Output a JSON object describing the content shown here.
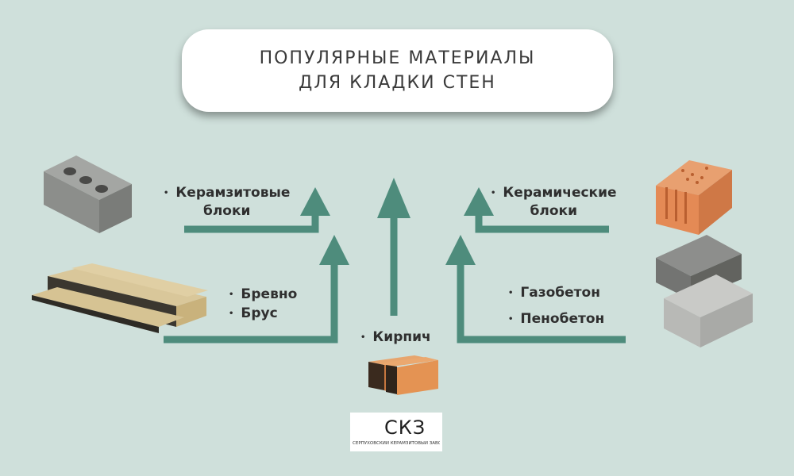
{
  "title": {
    "line1": "ПОПУЛЯРНЫЕ МАТЕРИАЛЫ",
    "line2": "ДЛЯ КЛАДКИ СТЕН"
  },
  "materials": {
    "claydite_blocks": {
      "line1": "Керамзитовые",
      "line2": "блоки"
    },
    "ceramic_blocks": {
      "line1": "Керамические",
      "line2": "блоки"
    },
    "timber": [
      "Бревно",
      "Брус"
    ],
    "aerated": [
      "Газобетон",
      "Пенобетон"
    ],
    "brick": "Кирпич"
  },
  "bullet": "•",
  "logo": {
    "text": "СКЗ",
    "caption": "СЕРПУХОВСКИЙ КЕРАМЗИТОВЫЙ ЗАВОД"
  },
  "colors": {
    "background": "#cfe0db",
    "arrow": "#4e8c7c",
    "card": "#ffffff"
  }
}
